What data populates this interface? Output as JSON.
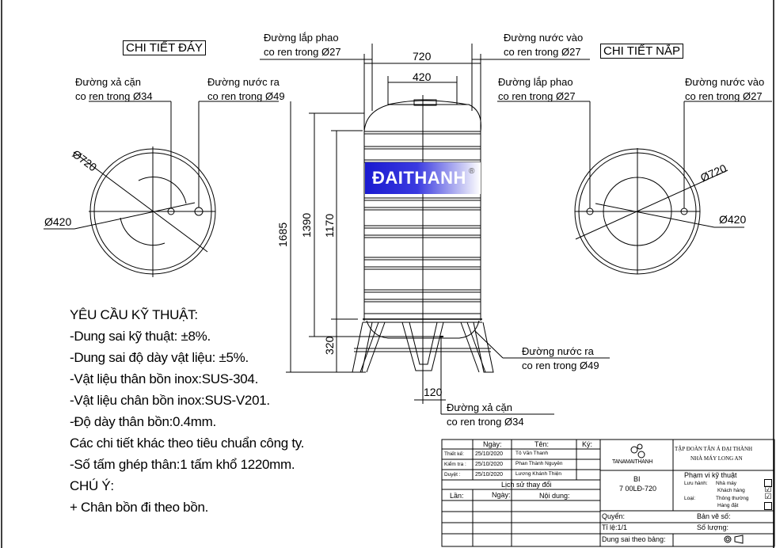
{
  "drawing": {
    "bottom_detail_title": "CHI TIẾT ĐÁY",
    "top_detail_title": "CHI TIẾT NẮP",
    "brand_label": "ĐAITHANH",
    "brand_mark": "®",
    "callouts": {
      "float_top": {
        "line1": "Đường lắp phao",
        "line2": "co ren trong Ø27"
      },
      "inlet_top": {
        "line1": "Đường nước vào",
        "line2": "co ren trong Ø27"
      },
      "drain_bottom_detail": {
        "line1": "Đường xả cặn",
        "line2": "co ren trong Ø34"
      },
      "outlet_bottom_detail": {
        "line1": "Đường nước ra",
        "line2": "co ren trong Ø49"
      },
      "float_lid_detail": {
        "line1": "Đường lắp phao",
        "line2": "co ren trong Ø27"
      },
      "inlet_lid_detail": {
        "line1": "Đường nước vào",
        "line2": "co ren trong Ø27"
      },
      "outlet_side": {
        "line1": "Đường nước ra",
        "line2": "co ren trong Ø49"
      },
      "drain_side": {
        "line1": "Đường xả cặn",
        "line2": "co ren trong Ø34"
      }
    },
    "dimensions": {
      "outer_width": "720",
      "lid_width": "420",
      "total_height": "1685",
      "body_height": "1390",
      "cylinder_height": "1170",
      "stand_height": "320",
      "drain_offset": "120",
      "bottom_d_outer": "Ø720",
      "bottom_d_inner": "Ø420",
      "top_d_outer": "Ø720",
      "top_d_inner": "Ø420"
    }
  },
  "requirements": {
    "heading": "YÊU CẦU KỸ THUẬT:",
    "items": [
      "-Dung sai kỹ thuật: ±8%.",
      "-Dung sai độ dày vật liệu: ±5%.",
      "-Vật liệu thân bồn inox:SUS-304.",
      "-Vật liệu chân bồn inox:SUS-V201.",
      "-Độ dày thân bồn:0.4mm.",
      "Các chi tiết khác theo tiêu chuẩn công ty.",
      "-Số tấm ghép thân:1 tấm khổ 1220mm."
    ],
    "note_heading": "CHÚ Ý:",
    "notes": [
      "+ Chân bồn đi theo bồn."
    ]
  },
  "title_block": {
    "headers": {
      "date": "Ngày:",
      "name": "Tên:",
      "sign": "Ký:"
    },
    "rows": [
      {
        "role": "Thiết kế:",
        "date": "25/10/2020",
        "name": "Tô Văn Thanh"
      },
      {
        "role": "Kiểm tra :",
        "date": "25/10/2020",
        "name": "Phan Thành Nguyên"
      },
      {
        "role": "Duyệt :",
        "date": "25/10/2020",
        "name": "Lương Khánh Thiện"
      }
    ],
    "history_title": "Lịch sử thay đổi",
    "history_headers": {
      "times": "Lần:",
      "date": "Ngày:",
      "content": "Nội dung:"
    },
    "logo_text": "TANAMAITHANH",
    "company_line1": "TẬP ĐOÀN TÂN Á ĐẠI THÀNH",
    "company_line2": "NHÀ MÁY LONG AN",
    "product_line1": "BI",
    "product_line2": "7 00LĐ-720",
    "scope_title": "Phạm vi kỹ thuật",
    "circulation_label": "Lưu hành:",
    "circulation_options": [
      {
        "label": "Nhà máy",
        "checked": false
      },
      {
        "label": "Khách hàng",
        "checked": true
      }
    ],
    "type_label": "Loại:",
    "type_options": [
      {
        "label": "Thông thường",
        "checked": true
      },
      {
        "label": "Hàng đặt",
        "checked": false
      }
    ],
    "volume_label": "Quyển:",
    "drawing_no_label": "Bản vẽ số:",
    "scale_label": "Tỉ lệ:1/1",
    "quantity_label": "Số lượng:",
    "tolerance_label": "Dung sai theo bảng:",
    "check_mark": "☑",
    "uncheck_mark": "☐"
  }
}
